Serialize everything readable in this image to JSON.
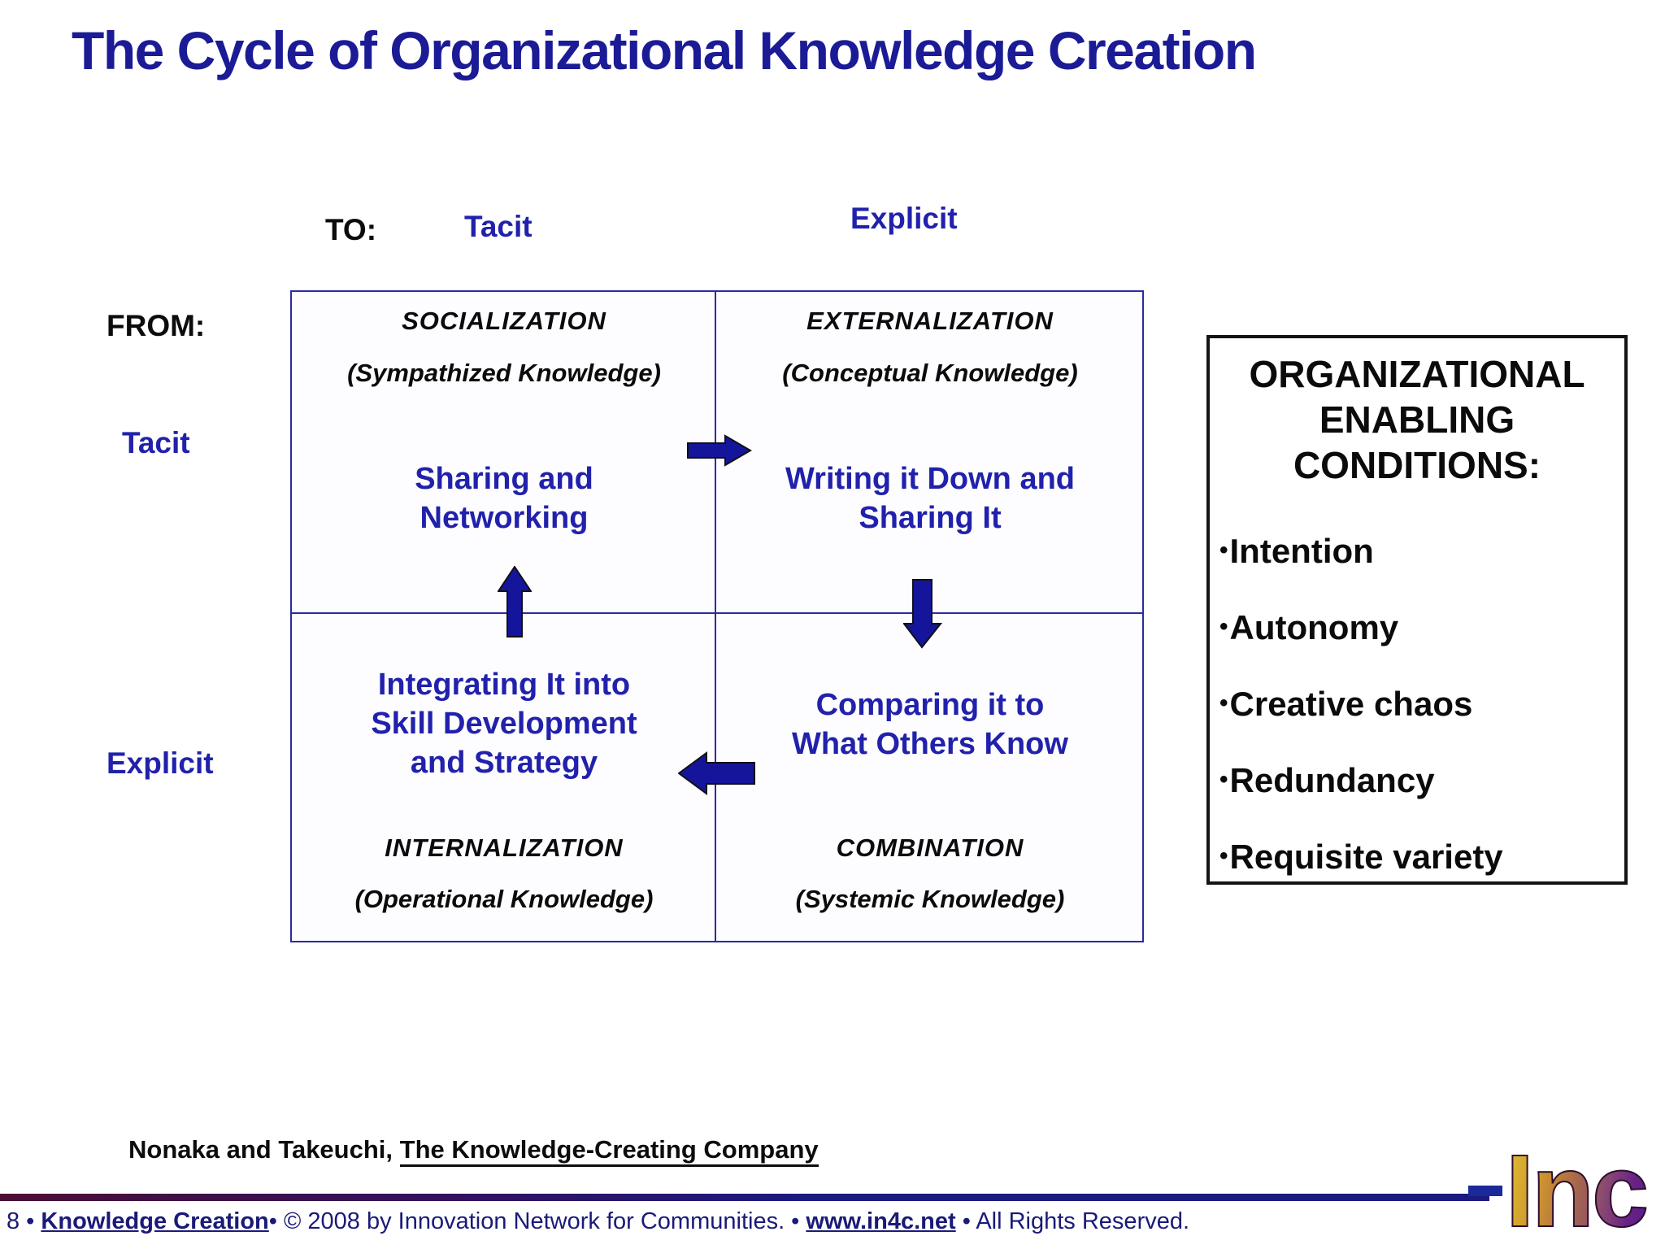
{
  "title": "The Cycle of Organizational Knowledge Creation",
  "colors": {
    "title_navy": "#1B1B96",
    "accent_blue": "#2121AC",
    "border_navy": "#2A2AA0",
    "arrow_navy": "#15159B",
    "footer_navy": "#1A1A78"
  },
  "axes": {
    "to_label": "TO:",
    "to_columns": [
      "Tacit",
      "Explicit"
    ],
    "from_label": "FROM:",
    "from_rows": [
      "Tacit",
      "Explicit"
    ]
  },
  "quadrants": [
    {
      "name": "SOCIALIZATION",
      "knowledge": "(Sympathized Knowledge)",
      "action_lines": [
        "Sharing and",
        "Networking"
      ]
    },
    {
      "name": "EXTERNALIZATION",
      "knowledge": "(Conceptual Knowledge)",
      "action_lines": [
        "Writing it Down and",
        "Sharing It"
      ]
    },
    {
      "name": "INTERNALIZATION",
      "knowledge": "(Operational Knowledge)",
      "action_lines": [
        "Integrating It into",
        "Skill Development",
        "and Strategy"
      ]
    },
    {
      "name": "COMBINATION",
      "knowledge": "(Systemic Knowledge)",
      "action_lines": [
        "Comparing it to",
        "What Others Know"
      ]
    }
  ],
  "enabling_box": {
    "heading_lines": [
      "ORGANIZATIONAL",
      "ENABLING",
      "CONDITIONS:"
    ],
    "items": [
      "Intention",
      "Autonomy",
      "Creative chaos",
      "Redundancy",
      "Requisite variety"
    ]
  },
  "citation": {
    "prefix": "Nonaka and Takeuchi, ",
    "work": "The Knowledge-Creating Company"
  },
  "footer": {
    "parts": [
      {
        "text": "8 • "
      },
      {
        "text": "Knowledge Creation"
      },
      {
        "text": "• © 2008 by Innovation Network for Communities. • "
      },
      {
        "text": "www.in4c.net"
      },
      {
        "text": " • All Rights Reserved."
      }
    ]
  },
  "logo": {
    "text": "Inc"
  }
}
